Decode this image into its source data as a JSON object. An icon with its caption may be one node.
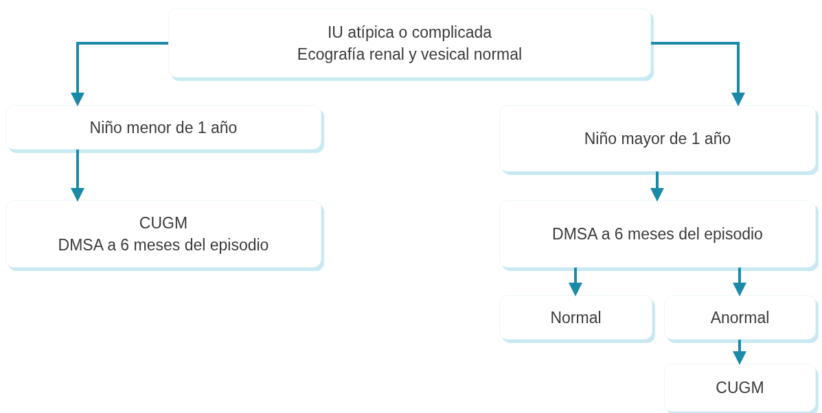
{
  "diagram": {
    "nodes": [
      {
        "text": [
          "IU atípica o complicada",
          "Ecografía renal y vesical normal"
        ]
      },
      {
        "text": [
          "Niño menor de 1 año"
        ]
      },
      {
        "text": [
          "CUGM",
          "DMSA a 6 meses del episodio"
        ]
      },
      {
        "text": [
          "Niño mayor de 1 año"
        ]
      },
      {
        "text": [
          "DMSA a 6 meses del episodio"
        ]
      },
      {
        "text": [
          "Normal"
        ]
      },
      {
        "text": [
          "Anormal"
        ]
      },
      {
        "text": [
          "CUGM"
        ]
      }
    ],
    "edges": [
      {
        "from": 0,
        "to": 1,
        "arrow": "to"
      },
      {
        "from": 0,
        "to": 3,
        "arrow": "to"
      },
      {
        "from": 1,
        "to": 2,
        "arrow": "to"
      },
      {
        "from": 3,
        "to": 4,
        "arrow": "to"
      },
      {
        "from": 4,
        "to": 5,
        "arrow": "to"
      },
      {
        "from": 4,
        "to": 6,
        "arrow": "to"
      },
      {
        "from": 6,
        "to": 7,
        "arrow": "to"
      }
    ]
  }
}
